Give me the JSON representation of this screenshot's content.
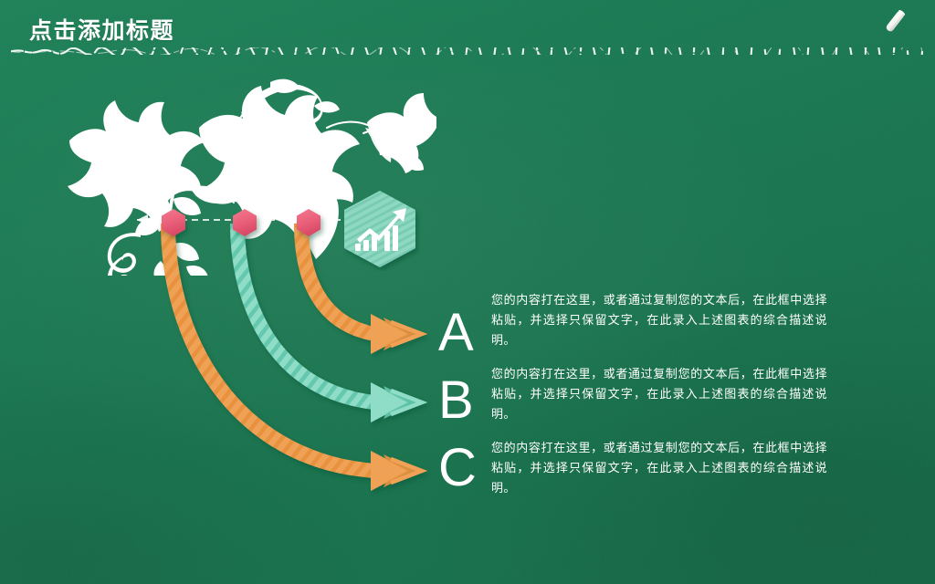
{
  "slide": {
    "background_color": "#1a7a54",
    "title": "点击添加标题",
    "chalk_icon": "chalk-stick-icon"
  },
  "diagram": {
    "connector_label": "dashed-guideline",
    "center_icon": "growth-chart-icon",
    "node_shape": "hexagon",
    "node_color": "#ea5f79",
    "nodes": [
      {
        "index": 1,
        "letter": "A",
        "arrow_color": "#efa255",
        "arrow_name": "curved-arrow-a"
      },
      {
        "index": 2,
        "letter": "B",
        "arrow_color": "#79d4bb",
        "arrow_name": "curved-arrow-b"
      },
      {
        "index": 3,
        "letter": "C",
        "arrow_color": "#efa255",
        "arrow_name": "curved-arrow-c"
      }
    ]
  },
  "content": {
    "items": [
      {
        "letter": "A",
        "text": "您的内容打在这里，或者通过复制您的文本后，在此框中选择粘贴，并选择只保留文字，在此录入上述图表的综合描述说明。"
      },
      {
        "letter": "B",
        "text": "您的内容打在这里，或者通过复制您的文本后，在此框中选择粘贴，并选择只保留文字，在此录入上述图表的综合描述说明。"
      },
      {
        "letter": "C",
        "text": "您的内容打在这里，或者通过复制您的文本后，在此框中选择粘贴，并选择只保留文字，在此录入上述图表的综合描述说明。"
      }
    ]
  },
  "colors": {
    "board": "#1a7a54",
    "chalk_white": "#ffffff",
    "orange": "#efa255",
    "teal": "#79d4bb",
    "pink": "#ea5f79"
  }
}
